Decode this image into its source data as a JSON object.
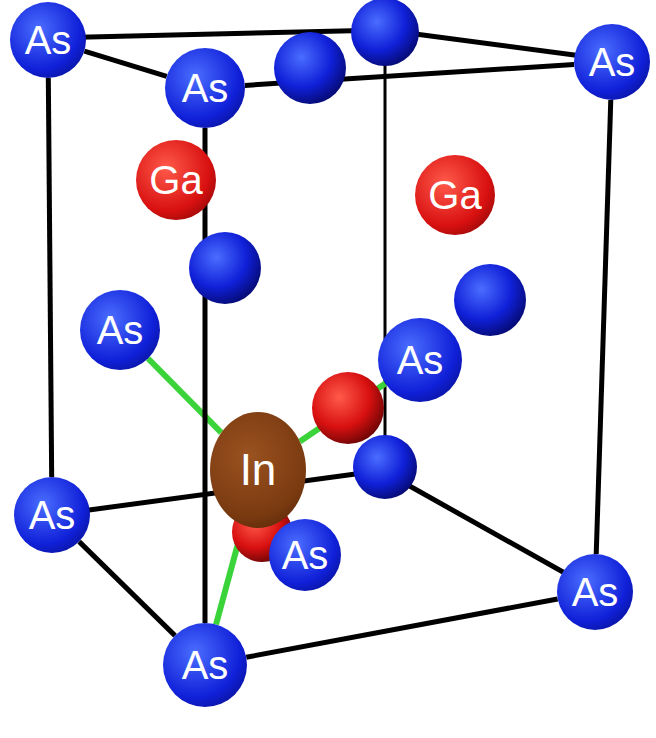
{
  "diagram": {
    "nodes": [
      {
        "text": [
          "As"
        ]
      },
      {
        "text": [
          "As"
        ]
      },
      {
        "text": [
          "As"
        ]
      },
      {
        "text": [
          "Ga"
        ]
      },
      {
        "text": [
          "Ga"
        ]
      },
      {
        "text": [
          "As"
        ]
      },
      {
        "text": [
          "As"
        ]
      },
      {
        "text": [
          "In"
        ]
      },
      {
        "text": [
          "As"
        ]
      },
      {
        "text": [
          "As"
        ]
      },
      {
        "text": [
          "As"
        ]
      },
      {
        "text": [
          "As"
        ]
      }
    ],
    "edges": [
      {
        "from": 7,
        "to": 5,
        "arrow": "none"
      },
      {
        "from": 7,
        "to": 6,
        "arrow": "none"
      },
      {
        "from": 7,
        "to": 9,
        "arrow": "none"
      },
      {
        "from": 7,
        "to": 11,
        "arrow": "none"
      },
      {
        "from": 0,
        "to": 1,
        "arrow": "none"
      },
      {
        "from": 1,
        "to": 2,
        "arrow": "none"
      },
      {
        "from": 0,
        "to": 8,
        "arrow": "none"
      },
      {
        "from": 1,
        "to": 11,
        "arrow": "none"
      },
      {
        "from": 2,
        "to": 10,
        "arrow": "none"
      },
      {
        "from": 8,
        "to": 11,
        "arrow": "none"
      },
      {
        "from": 11,
        "to": 10,
        "arrow": "none"
      }
    ]
  }
}
